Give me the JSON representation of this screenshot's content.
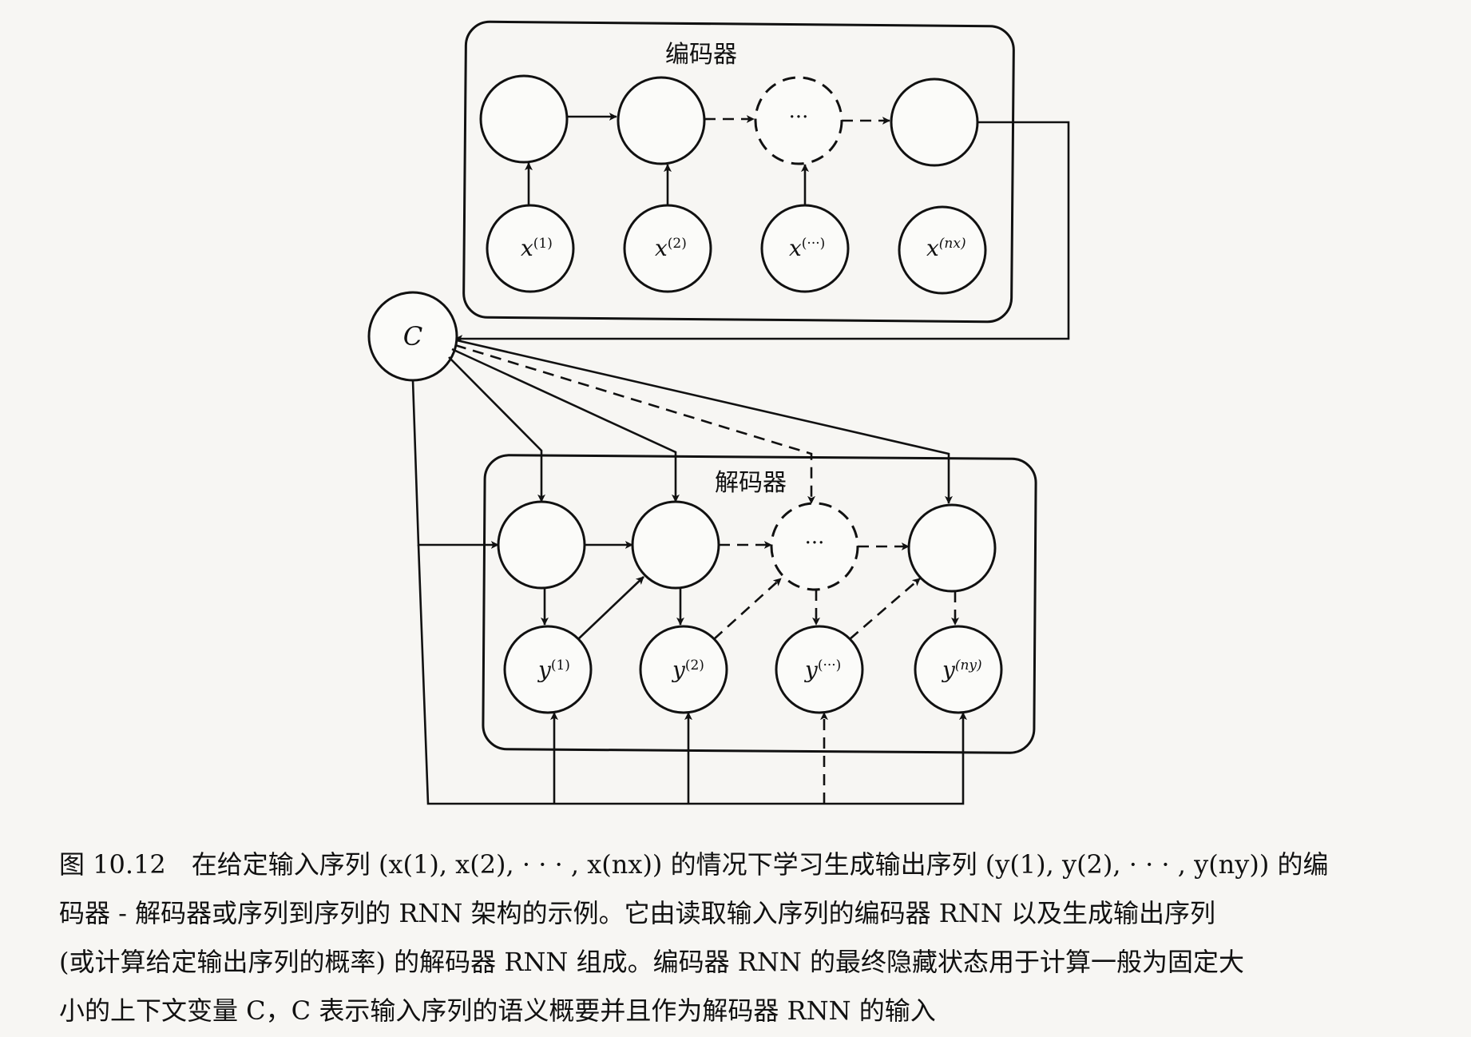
{
  "encoder": {
    "title": "编码器",
    "input_vars": [
      "x",
      "x",
      "x",
      "x"
    ],
    "input_sups": [
      "(1)",
      "(2)",
      "(···)",
      "(nx)"
    ],
    "middle_dots": "···"
  },
  "decoder": {
    "title": "解码器",
    "output_vars": [
      "y",
      "y",
      "y",
      "y"
    ],
    "output_sups": [
      "(1)",
      "(2)",
      "(···)",
      "(ny)"
    ],
    "middle_dots": "···"
  },
  "context": {
    "label": "C"
  },
  "caption": {
    "lines": [
      "图 10.12　在给定输入序列 (x(1), x(2), · · · , x(nx)) 的情况下学习生成输出序列 (y(1), y(2), · · · , y(ny)) 的编",
      "码器 - 解码器或序列到序列的 RNN 架构的示例。它由读取输入序列的编码器 RNN 以及生成输出序列",
      "(或计算给定输出序列的概率) 的解码器 RNN 组成。编码器 RNN 的最终隐藏状态用于计算一般为固定大",
      "小的上下文变量 C，C 表示输入序列的语义概要并且作为解码器 RNN 的输入"
    ]
  }
}
